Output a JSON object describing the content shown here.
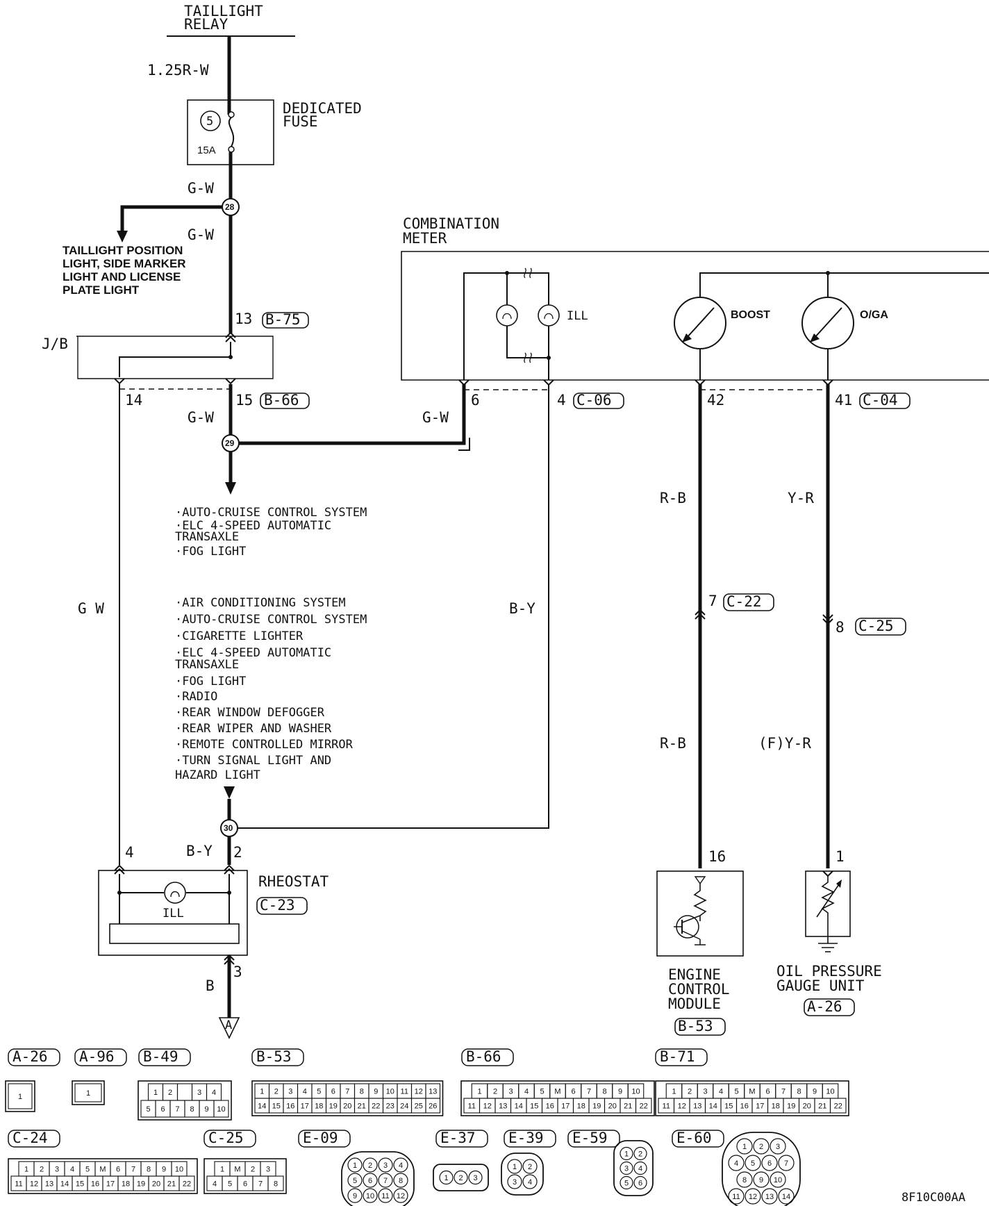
{
  "labels": {
    "taillight_relay": [
      "TAILLIGHT",
      "RELAY"
    ],
    "wire_top": "1.25R-W",
    "dedicated_fuse": [
      "DEDICATED",
      "FUSE"
    ],
    "fuse_number": "5",
    "fuse_rating": "15A",
    "wire_gw_1": "G-W",
    "wire_gw_2": "G-W",
    "taillight_branch": [
      "TAILLIGHT POSITION",
      "LIGHT, SIDE MARKER",
      "LIGHT AND LICENSE",
      "PLATE LIGHT"
    ],
    "jb": "J/B",
    "jb_in_pin": "13",
    "jb_in_conn": "B-75",
    "jb_out_pin_left": "14",
    "jb_out_pin_right": "15",
    "jb_out_conn": "B-66",
    "wire_gw_3": "G-W",
    "wire_gw_4": "G-W",
    "wire_gw_left": "G W",
    "wire_by_right": "B-Y",
    "wire_by_rheo": "B-Y",
    "wire_b": "B",
    "combination_meter": [
      "COMBINATION",
      "METER"
    ],
    "ill_label": "ILL",
    "boost_label": "BOOST",
    "oga_label": "O/GA",
    "meter_pin_6": "6",
    "meter_pin_4": "4",
    "meter_conn_c06": "C-06",
    "meter_pin_42": "42",
    "meter_pin_41": "41",
    "meter_conn_c04": "C-04",
    "wire_rb_1": "R-B",
    "wire_rb_2": "R-B",
    "wire_yr_1": "Y-R",
    "wire_yr_2": "(F)Y-R",
    "c22_pin": "7",
    "c22_conn": "C-22",
    "c25_pin": "8",
    "c25_conn": "C-25",
    "ecm_pin": "16",
    "ecm_label": [
      "ENGINE",
      "CONTROL",
      "MODULE"
    ],
    "ecm_conn": "B-53",
    "opg_pin": "1",
    "opg_label": [
      "OIL PRESSURE",
      "GAUGE UNIT"
    ],
    "opg_conn": "A-26",
    "rheostat": "RHEOSTAT",
    "rheostat_conn": "C-23",
    "rheostat_ill": "ILL",
    "rheo_pin_4": "4",
    "rheo_pin_2": "2",
    "rheo_pin_3": "3",
    "ground_symbol": "A",
    "splice_28": "28",
    "splice_29": "29",
    "splice_30": "30",
    "list_1": [
      "·AUTO-CRUISE CONTROL SYSTEM",
      "·ELC 4-SPEED AUTOMATIC",
      " TRANSAXLE",
      "·FOG LIGHT"
    ],
    "list_2": [
      "·AIR CONDITIONING SYSTEM",
      "·AUTO-CRUISE CONTROL SYSTEM",
      "·CIGARETTE LIGHTER",
      "·ELC 4-SPEED AUTOMATIC",
      " TRANSAXLE",
      "·FOG LIGHT",
      "·RADIO",
      "·REAR WINDOW DEFOGGER",
      "·REAR WIPER AND WASHER",
      "·REMOTE CONTROLLED MIRROR",
      "·TURN SIGNAL LIGHT AND",
      " HAZARD LIGHT"
    ],
    "figure_code": "8F10C00AA"
  },
  "connectors": [
    {
      "id": "A-26",
      "rows": [
        [
          "1"
        ]
      ]
    },
    {
      "id": "A-96",
      "rows": [
        [
          "1"
        ]
      ]
    },
    {
      "id": "B-49",
      "rows": [
        [
          "1",
          "2",
          "",
          "3",
          "4"
        ],
        [
          "5",
          "6",
          "7",
          "8",
          "9",
          "10"
        ]
      ]
    },
    {
      "id": "B-53",
      "rows": [
        [
          "1",
          "2",
          "3",
          "4",
          "5",
          "6",
          "7",
          "8",
          "9",
          "10",
          "11",
          "12",
          "13"
        ],
        [
          "14",
          "15",
          "16",
          "17",
          "18",
          "19",
          "20",
          "21",
          "22",
          "23",
          "24",
          "25",
          "26"
        ]
      ]
    },
    {
      "id": "B-66",
      "rows": [
        [
          "1",
          "2",
          "3",
          "4",
          "5",
          "M",
          "6",
          "7",
          "8",
          "9",
          "10"
        ],
        [
          "11",
          "12",
          "13",
          "14",
          "15",
          "16",
          "17",
          "18",
          "19",
          "20",
          "21",
          "22"
        ]
      ]
    },
    {
      "id": "B-71",
      "rows": [
        [
          "1",
          "2",
          "3",
          "4",
          "5",
          "M",
          "6",
          "7",
          "8",
          "9",
          "10"
        ],
        [
          "11",
          "12",
          "13",
          "14",
          "15",
          "16",
          "17",
          "18",
          "19",
          "20",
          "21",
          "22"
        ]
      ]
    },
    {
      "id": "C-24",
      "rows": [
        [
          "1",
          "2",
          "3",
          "4",
          "5",
          "M",
          "6",
          "7",
          "8",
          "9",
          "10"
        ],
        [
          "11",
          "12",
          "13",
          "14",
          "15",
          "16",
          "17",
          "18",
          "19",
          "20",
          "21",
          "22"
        ]
      ]
    },
    {
      "id": "C-25",
      "rows": [
        [
          "1",
          "M",
          "2",
          "3"
        ],
        [
          "4",
          "5",
          "6",
          "7",
          "8"
        ]
      ]
    },
    {
      "id": "E-09",
      "rows": [
        [
          "1",
          "2",
          "3",
          "4"
        ],
        [
          "5",
          "6",
          "7",
          "8"
        ],
        [
          "9",
          "10",
          "11",
          "12"
        ]
      ]
    },
    {
      "id": "E-37",
      "rows": [
        [
          "1",
          "2",
          "3"
        ]
      ]
    },
    {
      "id": "E-39",
      "rows": [
        [
          "1",
          "2"
        ],
        [
          "3",
          "4"
        ]
      ]
    },
    {
      "id": "E-59",
      "rows": [
        [
          "1",
          "2"
        ],
        [
          "3",
          "4"
        ],
        [
          "5",
          "6"
        ]
      ]
    },
    {
      "id": "E-60",
      "rows": [
        [
          "1",
          "2",
          "3"
        ],
        [
          "4",
          "5",
          "6",
          "7"
        ],
        [
          "8",
          "9",
          "10"
        ],
        [
          "11",
          "12",
          "13",
          "14"
        ]
      ]
    }
  ]
}
